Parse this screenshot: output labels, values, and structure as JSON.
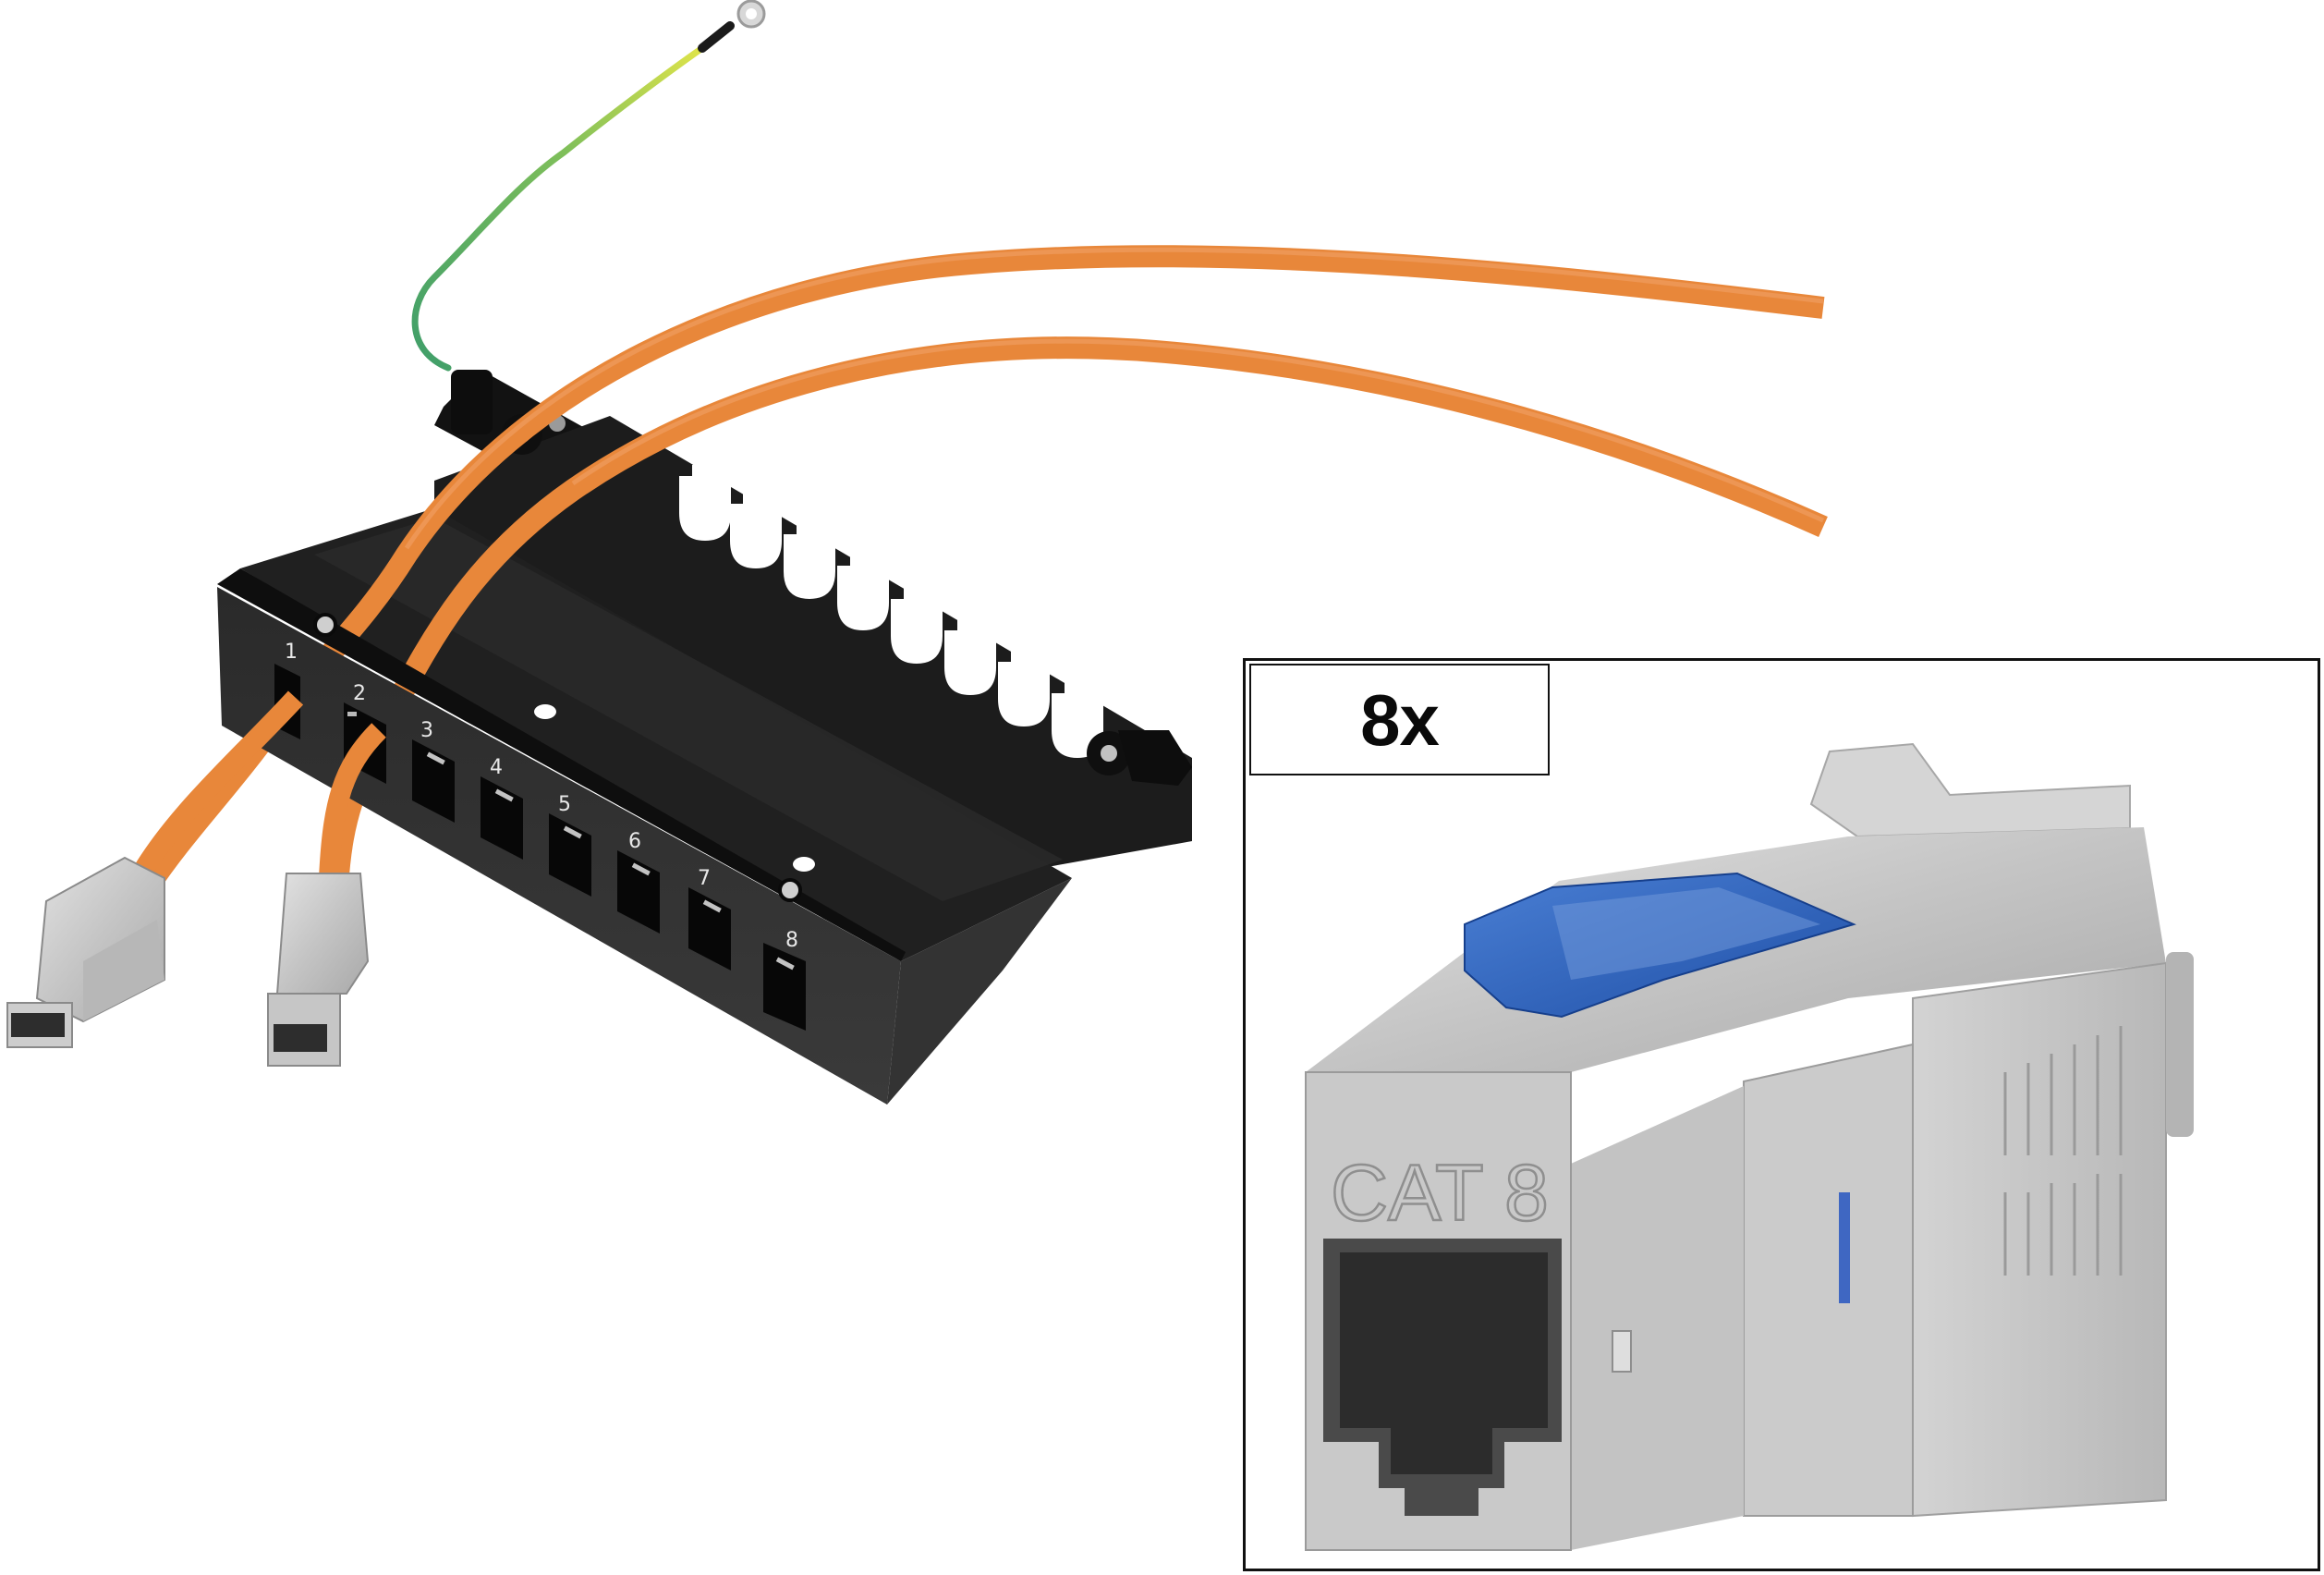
{
  "scene": {
    "description": "Product photo: 8-port shielded patch panel with cable management bracket, two orange installation cables with keystone jacks, green-yellow ground wire; inset shows a single CAT 8 keystone jack with quantity label",
    "background": "#ffffff"
  },
  "patch_panel": {
    "color": "#1a1a1a",
    "ports": [
      {
        "label": "1"
      },
      {
        "label": "2"
      },
      {
        "label": "3"
      },
      {
        "label": "4"
      },
      {
        "label": "5"
      },
      {
        "label": "6"
      },
      {
        "label": "7"
      },
      {
        "label": "8"
      }
    ],
    "cable_guide_slots": 8
  },
  "cables": {
    "color": "#e8873a",
    "count": 2
  },
  "ground_wire": {
    "colors": [
      "#4aa86a",
      "#d8e050"
    ]
  },
  "inset": {
    "quantity_label": "8x",
    "product": {
      "marking": "CAT 8",
      "body_color": "#c9c9c9",
      "latch_color": "#2f63b8"
    }
  }
}
